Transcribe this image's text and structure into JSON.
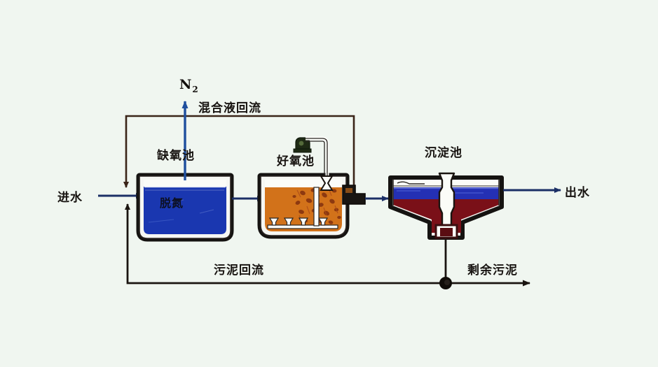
{
  "diagram": {
    "title_implicit": "AO 工艺流程图",
    "background_color": "#f0f6f0"
  },
  "labels": {
    "influent": "进水",
    "effluent": "出水",
    "nitrogen_gas": "N",
    "nitrogen_gas_sub": "2",
    "mixed_liquor_return": "混合液回流",
    "anoxic_tank": "缺氧池",
    "aerobic_tank": "好氧池",
    "settling_tank": "沉淀池",
    "denitrification": "脱氮",
    "sludge_return": "污泥回流",
    "excess_sludge": "剩余污泥"
  },
  "colors": {
    "background": "#f0f6f0",
    "flow_arrow": "#1b2f66",
    "recycle_line": "#3a2418",
    "anoxic_water": "#1a37b0",
    "aerobic_water": "#d2721a",
    "settler_clear": "#2430b4",
    "settler_sludge": "#7a1018",
    "tank_wall": "#151311",
    "blower": "#1e2a14",
    "nitrogen_arrow": "#1f4f9e"
  },
  "components": [
    {
      "name": "anoxic-tank",
      "label": "缺氧池",
      "inner_label": "脱氮",
      "fill": "#1a37b0"
    },
    {
      "name": "aerobic-tank",
      "label": "好氧池",
      "inner_label": "",
      "fill": "#d2721a"
    },
    {
      "name": "settling-tank",
      "label": "沉淀池",
      "inner_label": "",
      "fill": "#2430b4"
    },
    {
      "name": "blower",
      "label": "",
      "inner_label": "",
      "fill": "#1e2a14"
    }
  ],
  "streams": [
    {
      "name": "influent",
      "label": "进水",
      "color": "#1b2f66"
    },
    {
      "name": "anoxic-to-aerobic",
      "label": "",
      "color": "#1b2f66"
    },
    {
      "name": "aerobic-to-settler",
      "label": "",
      "color": "#1b2f66"
    },
    {
      "name": "effluent",
      "label": "出水",
      "color": "#1b2f66"
    },
    {
      "name": "nitrogen-vent",
      "label": "N2",
      "color": "#1f4f9e"
    },
    {
      "name": "mixed-liquor-return",
      "label": "混合液回流",
      "color": "#3a2418"
    },
    {
      "name": "sludge-return",
      "label": "污泥回流",
      "color": "#1a1410"
    },
    {
      "name": "excess-sludge",
      "label": "剩余污泥",
      "color": "#1a1410"
    }
  ]
}
